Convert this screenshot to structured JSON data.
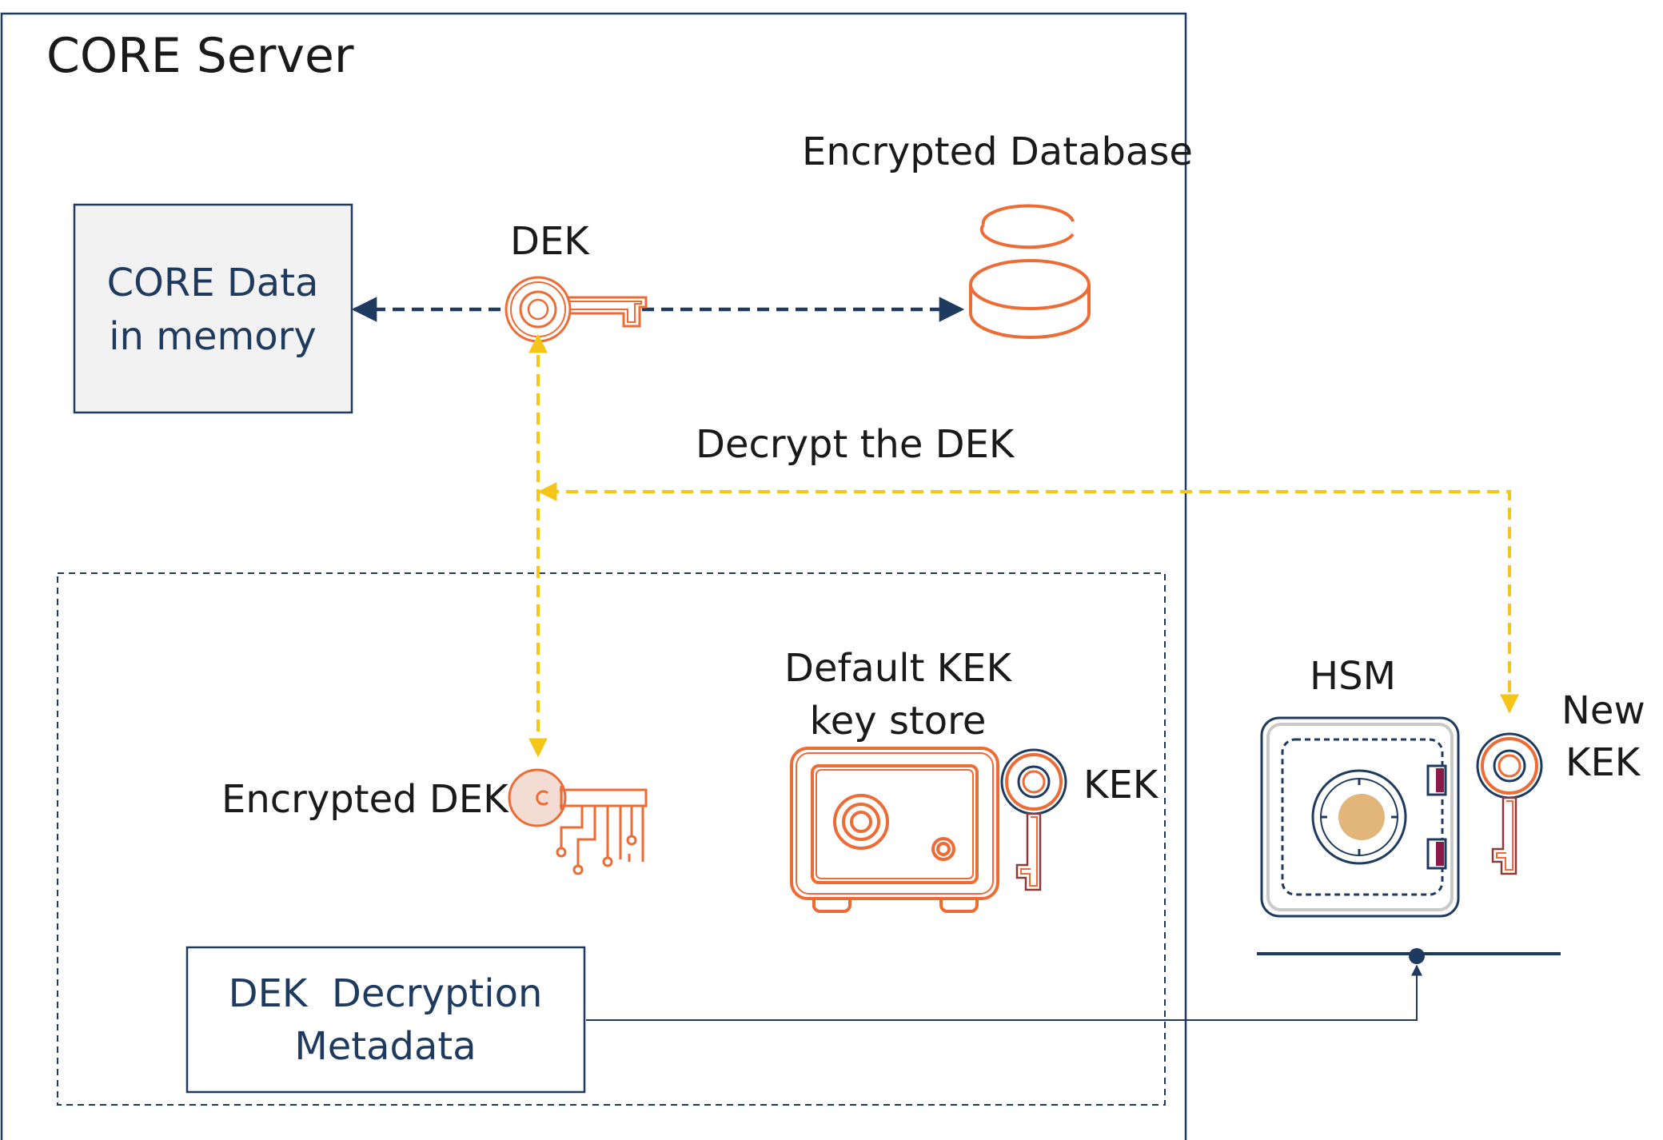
{
  "server": {
    "title": "CORE Server"
  },
  "memory_box": {
    "line1": "CORE Data",
    "line2": "in memory"
  },
  "dek": {
    "label": "DEK"
  },
  "database": {
    "label": "Encrypted Database"
  },
  "decrypt": {
    "label": "Decrypt the DEK"
  },
  "encrypted_dek": {
    "label": "Encrypted DEK"
  },
  "kek_store": {
    "line1": "Default KEK",
    "line2": "key store"
  },
  "kek": {
    "label": "KEK"
  },
  "hsm": {
    "label": "HSM"
  },
  "new_kek": {
    "line1": "New",
    "line2": "KEK"
  },
  "metadata_box": {
    "line1": "DEK  Decryption",
    "line2": "Metadata"
  },
  "colors": {
    "navy": "#1f3a5f",
    "orange": "#ed6b35",
    "yellow": "#f5c518",
    "gray_fill": "#f2f2f2",
    "gold": "#e2b57a",
    "plum": "#8b1a4a"
  },
  "icons": {
    "dek": "key-icon",
    "database": "database-icon",
    "encrypted_dek": "encrypted-key-icon",
    "kek_store": "safe-icon",
    "kek": "key-icon",
    "hsm": "vault-icon",
    "new_kek": "key-icon"
  }
}
